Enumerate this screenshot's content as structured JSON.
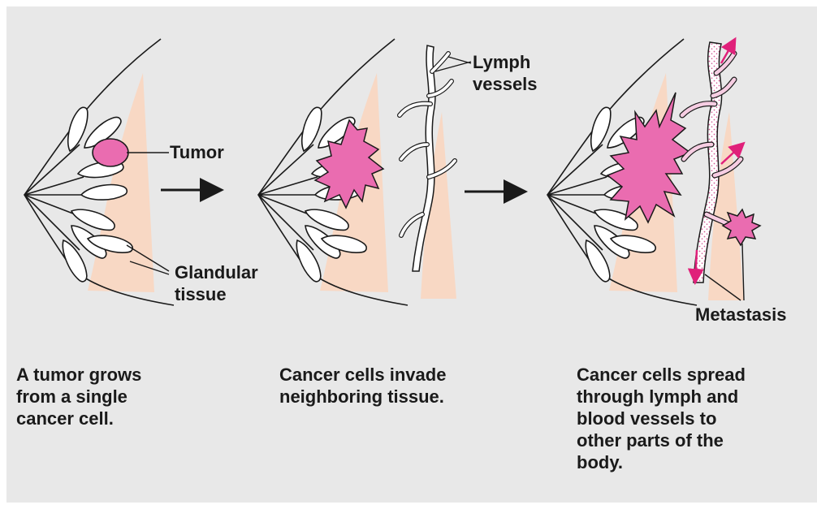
{
  "labels": {
    "tumor": "Tumor",
    "lymph_vessels": [
      "Lymph",
      "vessels"
    ],
    "glandular_tissue": [
      "Glandular",
      "tissue"
    ],
    "metastasis": "Metastasis"
  },
  "captions": [
    [
      "A tumor grows",
      "from a single",
      "cancer cell."
    ],
    [
      "Cancer cells invade",
      "neighboring tissue."
    ],
    [
      "Cancer cells spread",
      "through lymph and",
      "blood vessels to",
      "other parts of the",
      "body."
    ]
  ],
  "colors": {
    "background": "#e8e8e8",
    "breast_tissue": "#f8d8c4",
    "tumor": "#ea6cb0",
    "outline": "#1a1a1a",
    "arrow_metastasis": "#e0207a"
  }
}
